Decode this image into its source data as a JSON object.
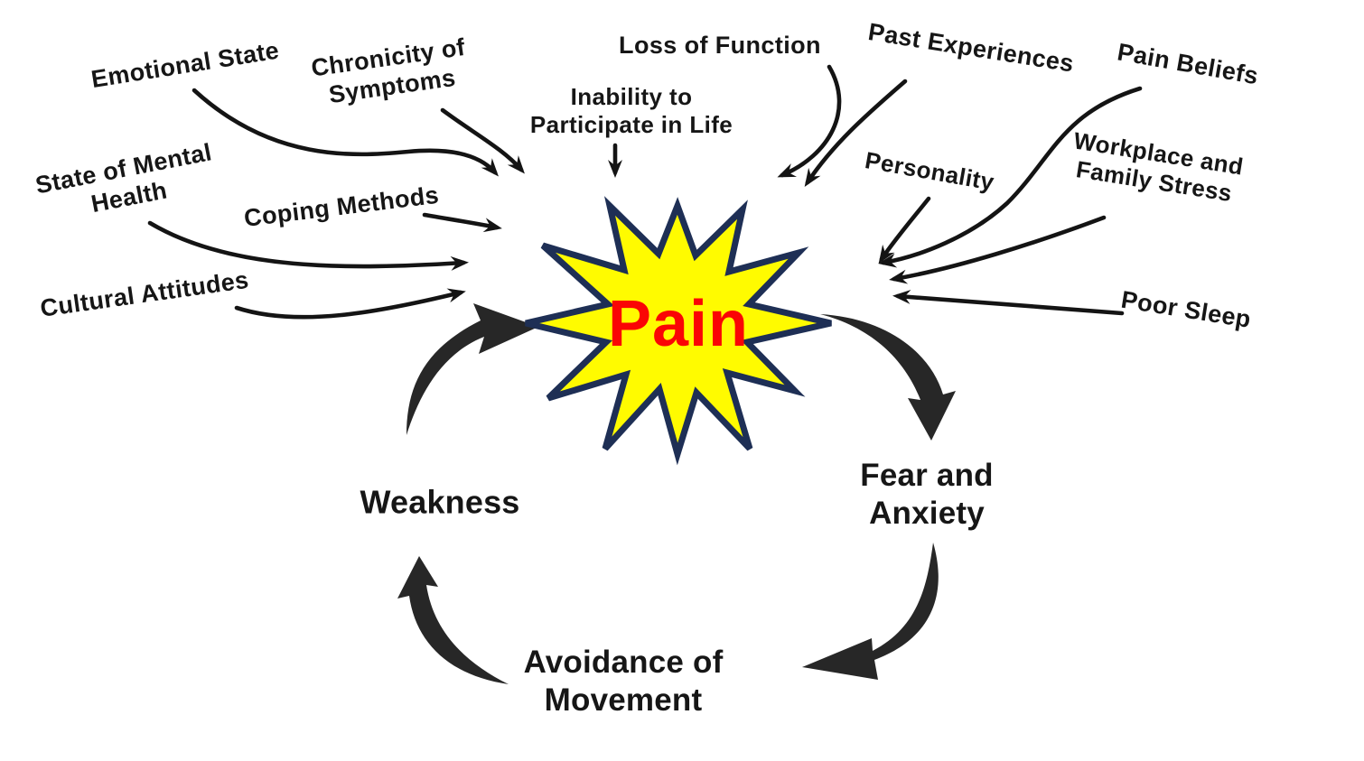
{
  "title": "Pain contributing factors and pain cycle diagram",
  "center_node": {
    "id": "pain",
    "label": "Pain",
    "fill_color": "#fffb00",
    "border_color": "#1e2f55",
    "text_color": "#fa0505"
  },
  "contributing_factors": [
    {
      "id": "emotional-state",
      "label": "Emotional State"
    },
    {
      "id": "chronicity-of-symptoms",
      "label": "Chronicity of\nSymptoms"
    },
    {
      "id": "loss-of-function",
      "label": "Loss of Function"
    },
    {
      "id": "past-experiences",
      "label": "Past Experiences"
    },
    {
      "id": "pain-beliefs",
      "label": "Pain Beliefs"
    },
    {
      "id": "inability-to-participate-in-life",
      "label": "Inability to\nParticipate in Life"
    },
    {
      "id": "personality",
      "label": "Personality"
    },
    {
      "id": "workplace-and-family-stress",
      "label": "Workplace and\nFamily Stress"
    },
    {
      "id": "state-of-mental-health",
      "label": "State of Mental\nHealth"
    },
    {
      "id": "coping-methods",
      "label": "Coping Methods"
    },
    {
      "id": "cultural-attitudes",
      "label": "Cultural Attitudes"
    },
    {
      "id": "poor-sleep",
      "label": "Poor Sleep"
    }
  ],
  "cycle_nodes": [
    {
      "id": "weakness",
      "label": "Weakness"
    },
    {
      "id": "fear-and-anxiety",
      "label": "Fear and\nAnxiety"
    },
    {
      "id": "avoidance-of-movement",
      "label": "Avoidance of\nMovement"
    }
  ],
  "cycle_order": [
    "Pain",
    "Fear and Anxiety",
    "Avoidance of Movement",
    "Weakness",
    "Pain"
  ],
  "arrow_color": "#141414",
  "background_color": "#ffffff"
}
